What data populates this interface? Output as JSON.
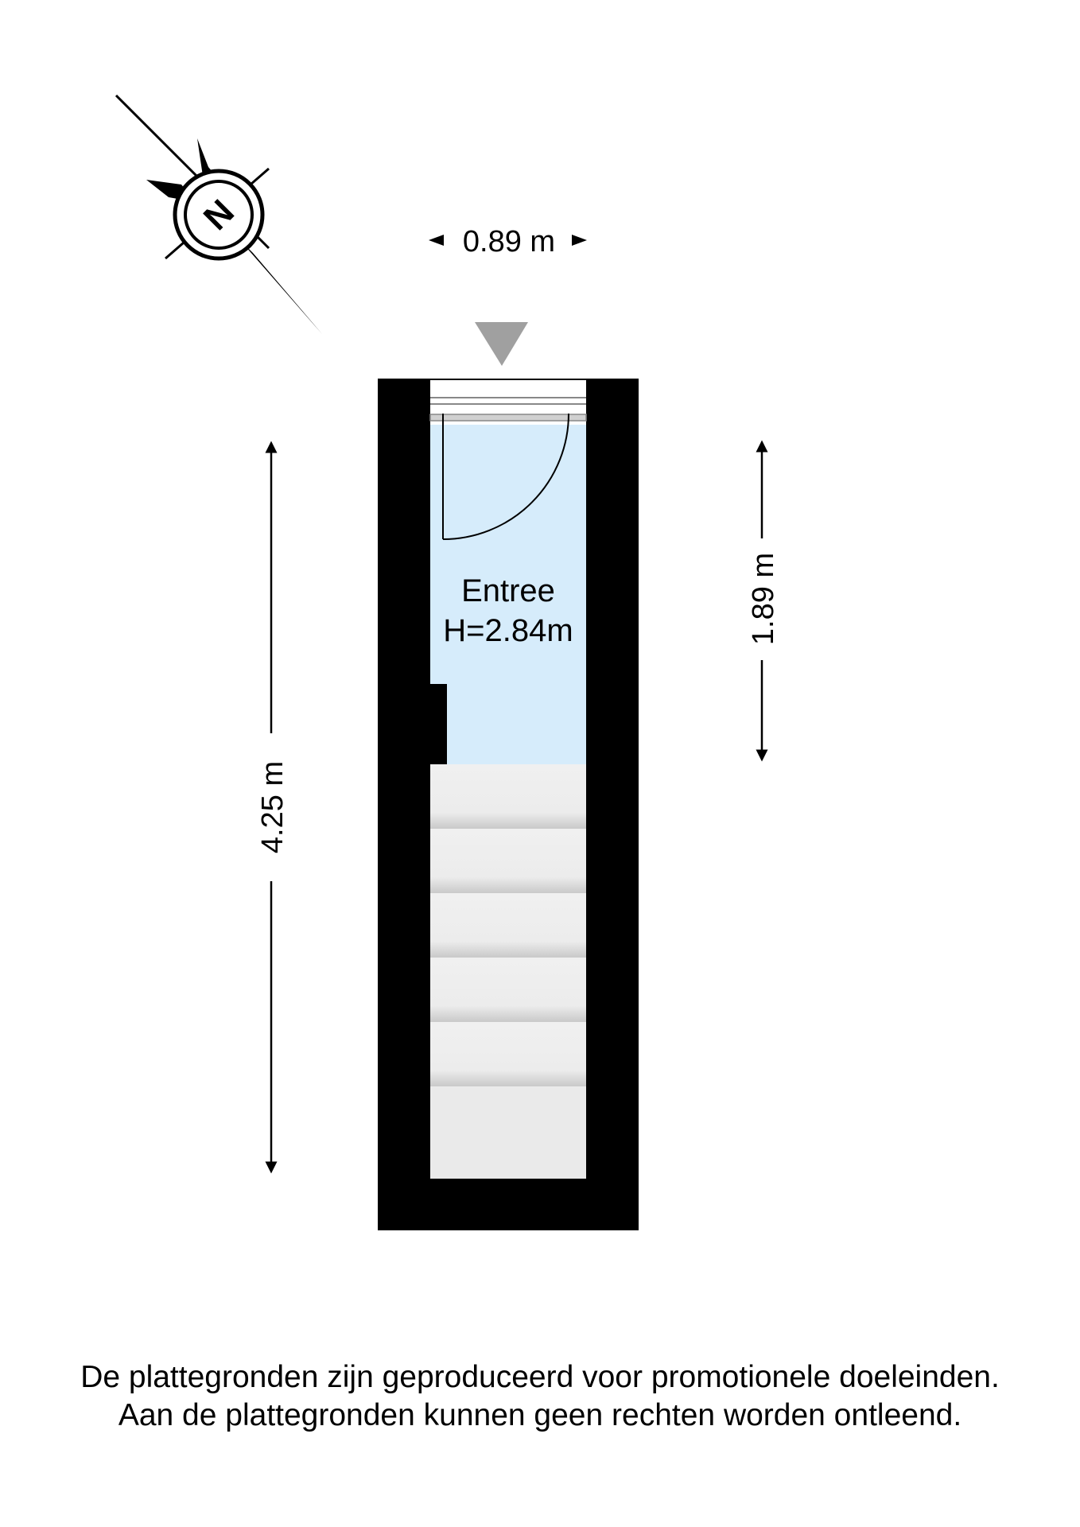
{
  "compass": {
    "label": "N",
    "icon": "north-arrow-icon"
  },
  "dimensions": {
    "width_top": "0.89 m",
    "height_left": "4.25 m",
    "height_right": "1.89 m"
  },
  "room": {
    "name": "Entree",
    "height": "H=2.84m",
    "fill_color": "#d6ecfb"
  },
  "colors": {
    "wall": "#000000",
    "stairs": "#eaeaea",
    "entrance_marker": "#a0a0a0"
  },
  "disclaimer": {
    "line1": "De plattegronden zijn geproduceerd voor promotionele doeleinden.",
    "line2": "Aan de plattegronden kunnen geen rechten worden ontleend."
  }
}
